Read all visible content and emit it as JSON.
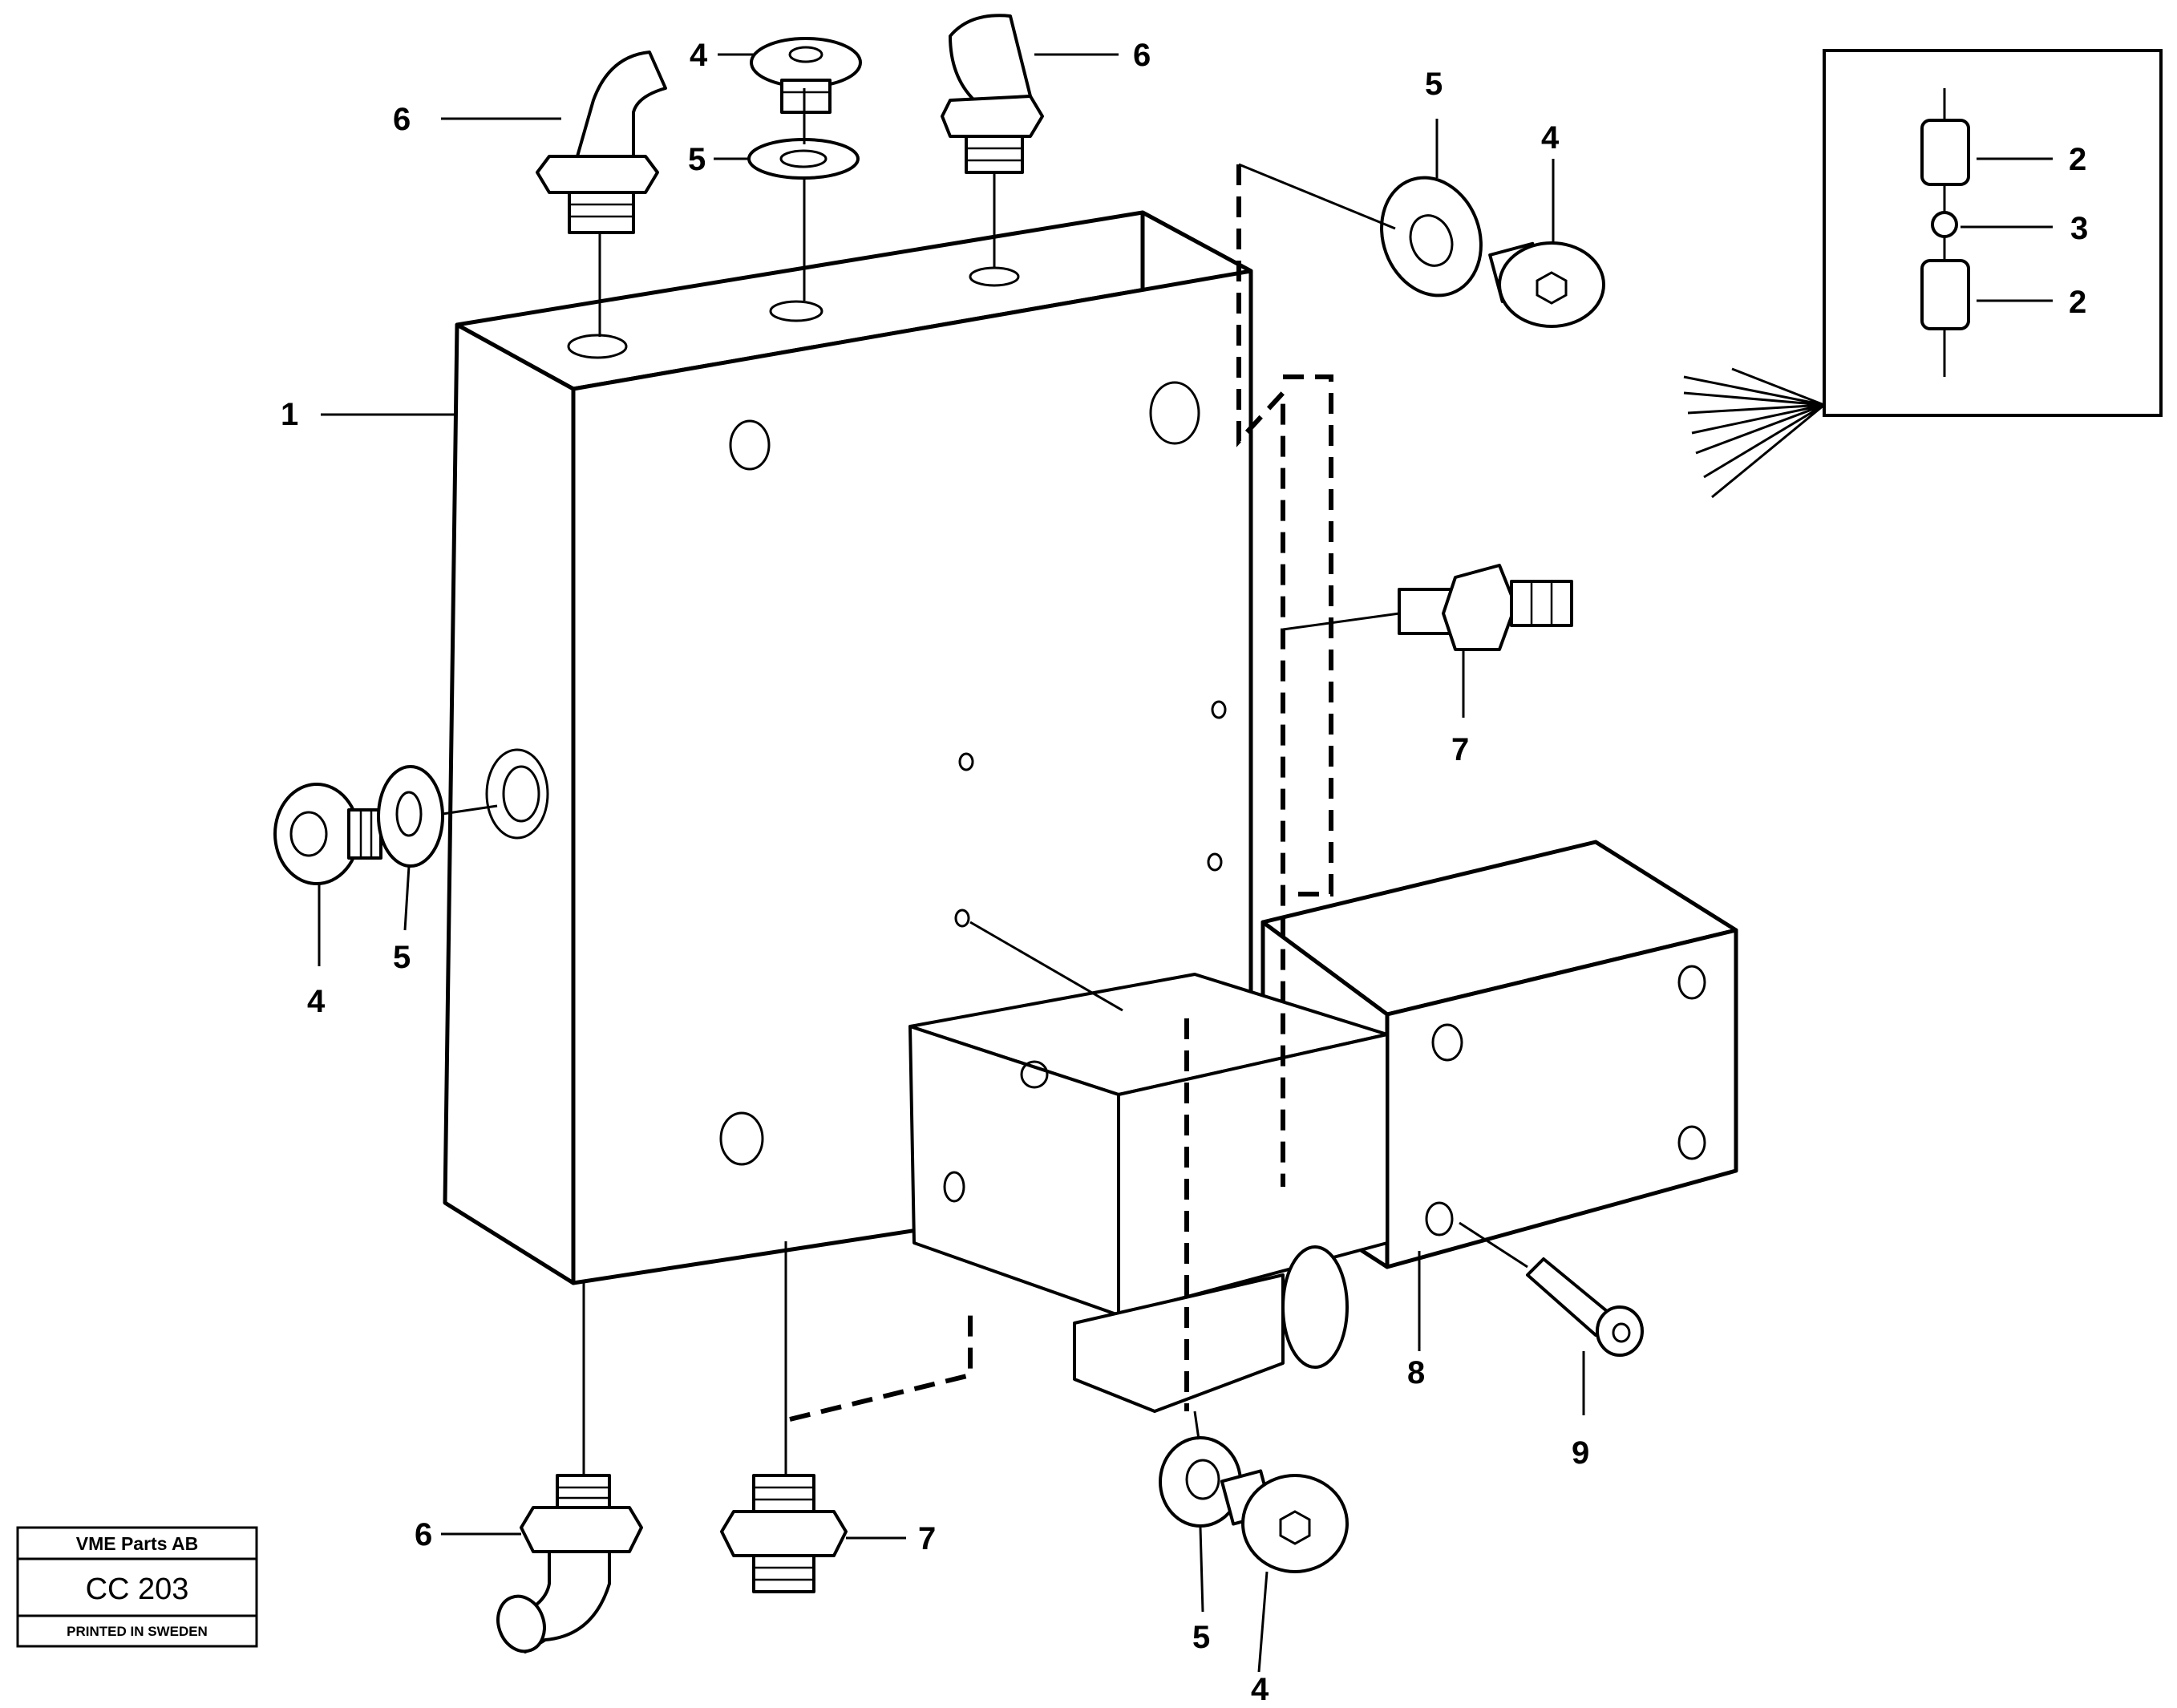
{
  "callouts": {
    "c1": "1",
    "c2a": "2",
    "c2b": "2",
    "c3": "3",
    "c4_top": "4",
    "c4_right": "4",
    "c4_left": "4",
    "c4_bottom": "4",
    "c5_top": "5",
    "c5_right": "5",
    "c5_left": "5",
    "c5_bottom": "5",
    "c6_topleft": "6",
    "c6_top": "6",
    "c6_bottom": "6",
    "c7_right": "7",
    "c7_bottom": "7",
    "c8": "8",
    "c9": "9"
  },
  "title_block": {
    "company": "VME Parts AB",
    "code": "CC 203",
    "footer": "PRINTED IN SWEDEN"
  }
}
